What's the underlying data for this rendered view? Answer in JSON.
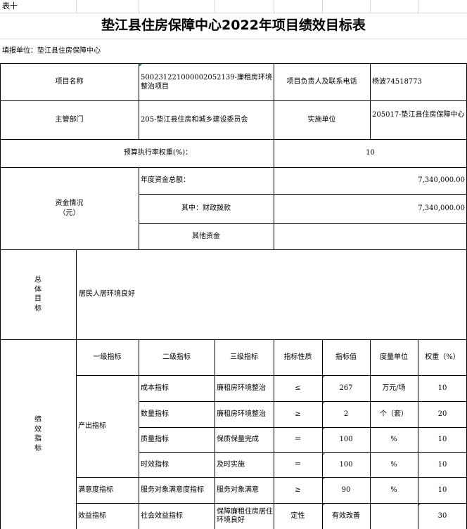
{
  "sheet_label": "表十",
  "title": "垫江县住房保障中心2022年项目绩效目标表",
  "reporting_unit": "填报单位：垫江县住房保障中心",
  "project": {
    "name_label": "项目名称",
    "name_value": "500231221000002052139-廉租房环境整治项目",
    "owner_label": "项目负责人及联系电话",
    "owner_value": "杨波74518773",
    "dept_label": "主管部门",
    "dept_value": "205-垫江县住房和城乡建设委员会",
    "exec_label": "实施单位",
    "exec_value": "205017-垫江县住房保障中心",
    "weight_label": "预算执行率权重(%)：",
    "weight_value": "10"
  },
  "funds": {
    "label": "资金情况",
    "unit": "（元）",
    "total_label": "年度资金总额：",
    "total_value": "7,340,000.00",
    "fiscal_label": "其中：财政拨款",
    "fiscal_value": "7,340,000.00",
    "other_label": "其他资金",
    "other_value": ""
  },
  "goal": {
    "label_chars": [
      "总",
      "体",
      "目",
      "标"
    ],
    "text": "居民人居环境良好"
  },
  "perf": {
    "label_chars": [
      "绩",
      "效",
      "指",
      "标"
    ],
    "headers": [
      "一级指标",
      "二级指标",
      "三级指标",
      "指标性质",
      "指标值",
      "度量单位",
      "权重（%）"
    ],
    "output_group": "产出指标",
    "satisfaction_group": "满意度指标",
    "benefit_group": "效益指标",
    "rows": [
      {
        "l2": "成本指标",
        "l3": "廉租房环境整治",
        "nature": "≤",
        "value": "267",
        "unit": "万元/场",
        "weight": "10"
      },
      {
        "l2": "数量指标",
        "l3": "廉租房环境整治",
        "nature": "≥",
        "value": "2",
        "unit": "个（套）",
        "weight": "20"
      },
      {
        "l2": "质量指标",
        "l3": "保质保量完成",
        "nature": "＝",
        "value": "100",
        "unit": "%",
        "weight": "10"
      },
      {
        "l2": "时效指标",
        "l3": "及时实施",
        "nature": "＝",
        "value": "100",
        "unit": "%",
        "weight": "10"
      },
      {
        "l2": "服务对象满意度指标",
        "l3": "服务对象满意",
        "nature": "≥",
        "value": "90",
        "unit": "%",
        "weight": "10"
      },
      {
        "l2": "社会效益指标",
        "l3": "保障廉租住房居住环境良好",
        "nature": "定性",
        "value": "有效改善",
        "unit": "",
        "weight": "30"
      }
    ]
  },
  "colors": {
    "border": "#000000",
    "gridline": "#d9d9d9",
    "marker": "#2e8b57"
  }
}
